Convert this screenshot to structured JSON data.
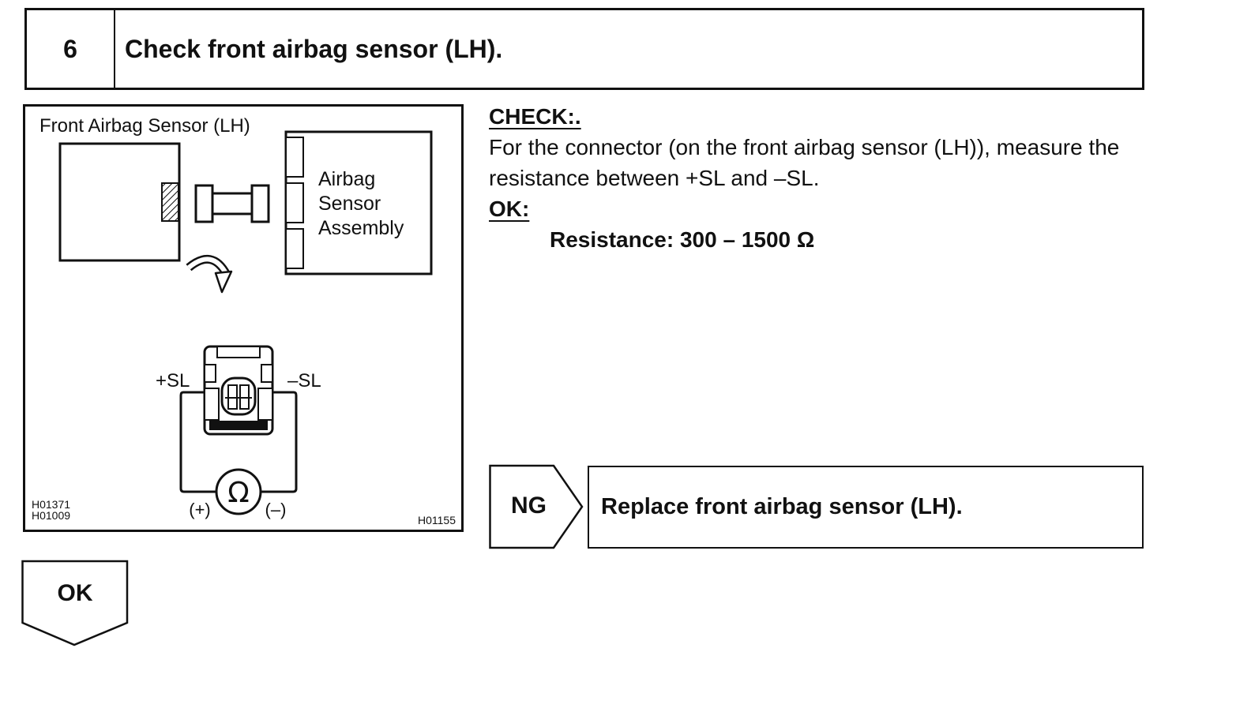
{
  "step": {
    "number": "6",
    "title": "Check front airbag sensor (LH)."
  },
  "figure": {
    "sensor_label": "Front Airbag Sensor (LH)",
    "assembly_label_lines": [
      "Airbag",
      "Sensor",
      "Assembly"
    ],
    "plus_terminal": "+SL",
    "minus_terminal": "–SL",
    "meter_symbol": "Ω",
    "meter_plus": "(+)",
    "meter_minus": "(–)",
    "ref_codes_left": [
      "H01371",
      "H01009"
    ],
    "ref_code_right": "H01155"
  },
  "check": {
    "heading": "CHECK:.",
    "text": "For the connector (on the front airbag sensor (LH)), measure the resistance between +SL and –SL.",
    "ok_heading": "OK:",
    "spec": "Resistance: 300 – 1500 Ω"
  },
  "ng": {
    "label": "NG",
    "action": "Replace front airbag sensor (LH)."
  },
  "ok": {
    "label": "OK"
  }
}
